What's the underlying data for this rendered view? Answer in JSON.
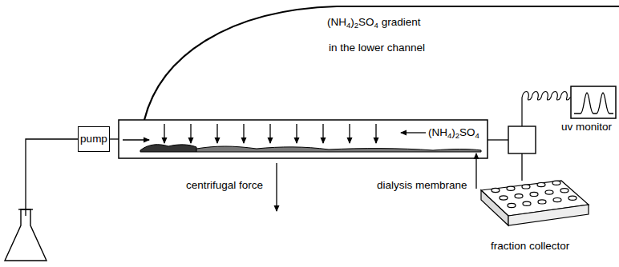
{
  "diagram": {
    "nodes": [
      {
        "text": [
          "pump"
        ]
      }
    ],
    "labels": [
      "(NH4)2SO4 gradient",
      "in the lower channel",
      "(NH4)2SO4",
      "centrifugal force",
      "dialysis membrane",
      "uv monitor",
      "fraction collector"
    ]
  }
}
